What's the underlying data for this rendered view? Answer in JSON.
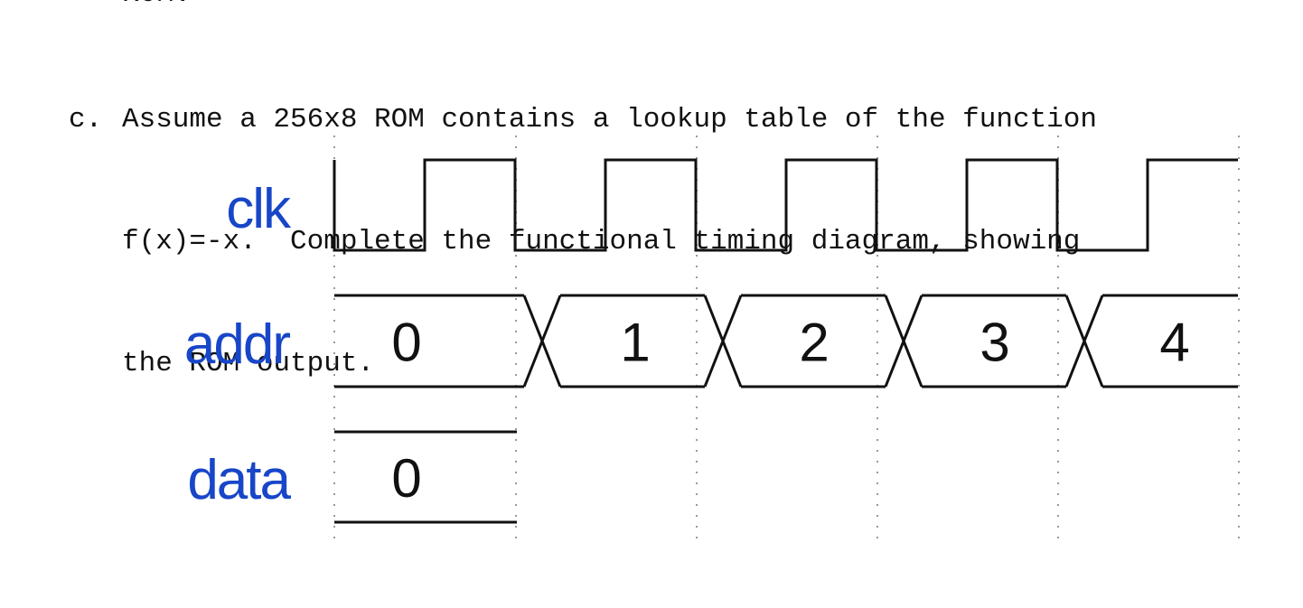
{
  "previous_line_fragment": "ROM.",
  "question": {
    "marker": "c.",
    "lines": [
      "Assume a 256x8 ROM contains a lookup table of the function",
      "f(x)=-x.  Complete the functional timing diagram, showing",
      "the ROM output."
    ]
  },
  "diagram": {
    "label_color": "#1846c8",
    "trace_color": "#111111",
    "grid_color": "#9a9a9a",
    "signals": {
      "clk": {
        "label": "clk",
        "cycles": 5
      },
      "addr": {
        "label": "addr",
        "values": [
          "0",
          "1",
          "2",
          "3",
          "4"
        ]
      },
      "data": {
        "label": "data",
        "values": [
          "0"
        ]
      }
    }
  }
}
